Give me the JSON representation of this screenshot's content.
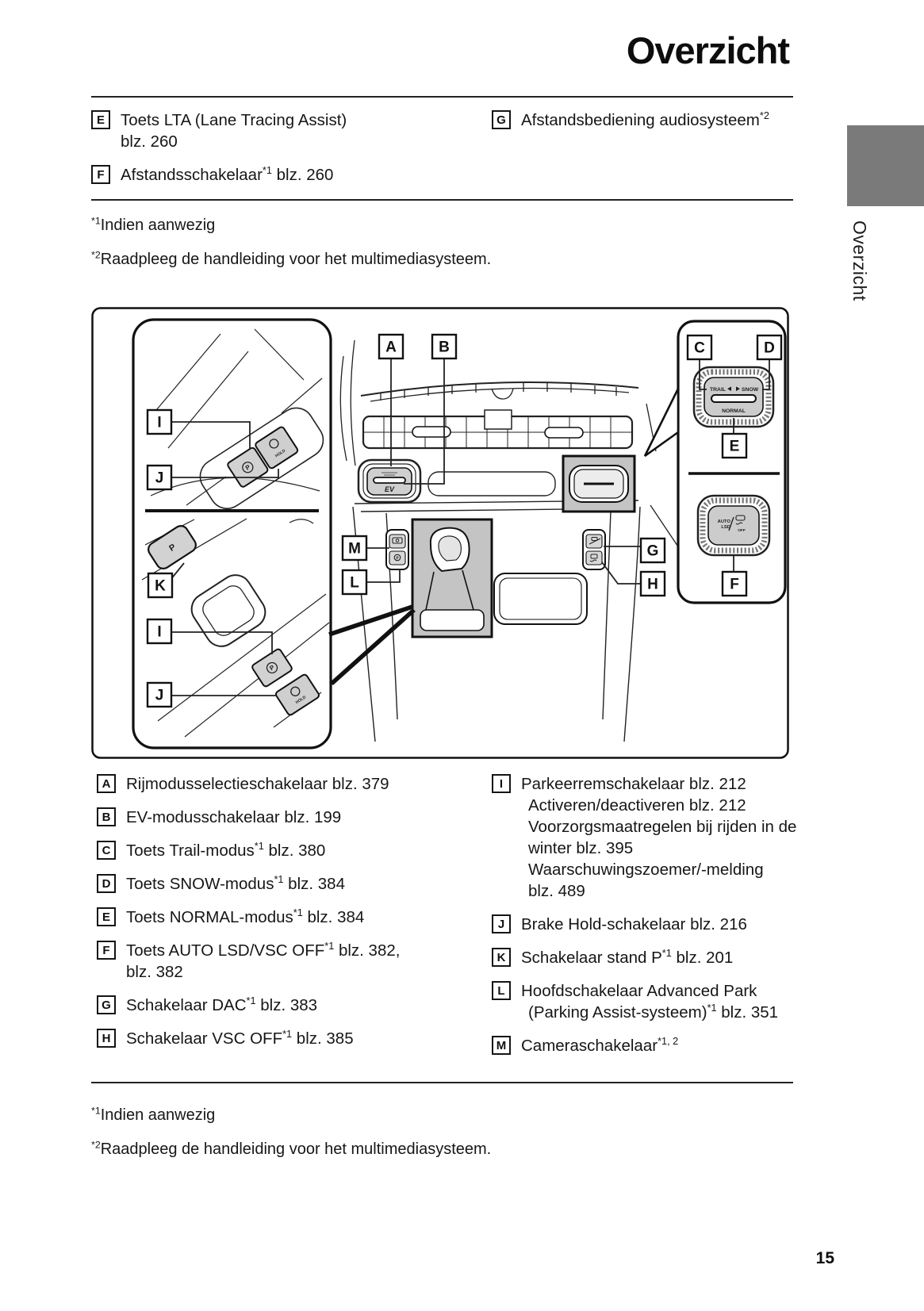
{
  "page": {
    "title": "Overzicht",
    "side_tab": "Overzicht",
    "page_number": "15"
  },
  "colors": {
    "side_tab_gray": "#7a7a7a",
    "highlight_gray": "#c4c4c4",
    "button_gray": "#d2d2d2"
  },
  "top_legend": {
    "left_items": [
      {
        "letter": "E",
        "lines": [
          [
            {
              "t": "Toets LTA (Lane Tracing Assist)"
            }
          ],
          [
            {
              "t": "blz. 260"
            }
          ]
        ]
      },
      {
        "letter": "F",
        "lines": [
          [
            {
              "t": "Afstandsschakelaar"
            },
            {
              "t": "*1",
              "sup": true
            },
            {
              "t": " blz. 260"
            }
          ]
        ]
      }
    ],
    "right_items": [
      {
        "letter": "G",
        "lines": [
          [
            {
              "t": "Afstandsbediening audiosysteem"
            },
            {
              "t": "*2",
              "sup": true
            }
          ]
        ]
      }
    ]
  },
  "footnotes": {
    "top": [
      {
        "sup": "*1",
        "text": "Indien aanwezig"
      },
      {
        "sup": "*2",
        "text": "Raadpleeg de handleiding voor het multimediasysteem."
      }
    ],
    "bottom": [
      {
        "sup": "*1",
        "text": "Indien aanwezig"
      },
      {
        "sup": "*2",
        "text": "Raadpleeg de handleiding voor het multimediasysteem."
      }
    ]
  },
  "diagram": {
    "callouts": [
      {
        "id": "A",
        "letter": "A"
      },
      {
        "id": "B",
        "letter": "B"
      },
      {
        "id": "C",
        "letter": "C"
      },
      {
        "id": "D",
        "letter": "D"
      },
      {
        "id": "E",
        "letter": "E"
      },
      {
        "id": "F",
        "letter": "F"
      },
      {
        "id": "G",
        "letter": "G"
      },
      {
        "id": "H",
        "letter": "H"
      },
      {
        "id": "I1",
        "letter": "I"
      },
      {
        "id": "J1",
        "letter": "J"
      },
      {
        "id": "K",
        "letter": "K"
      },
      {
        "id": "I2",
        "letter": "I"
      },
      {
        "id": "J2",
        "letter": "J"
      },
      {
        "id": "M",
        "letter": "M"
      },
      {
        "id": "L",
        "letter": "L"
      }
    ],
    "texts": {
      "trail": "TRAIL",
      "snow": "SNOW",
      "normal": "NORMAL",
      "auto": "AUTO",
      "lsd": "LSD",
      "off": "OFF",
      "ev": "EV",
      "p": "P",
      "hold": "HOLD"
    }
  },
  "bottom_legend": {
    "left_items": [
      {
        "letter": "A",
        "lines": [
          [
            {
              "t": "Rijmodusselectieschakelaar blz. 379"
            }
          ]
        ]
      },
      {
        "letter": "B",
        "lines": [
          [
            {
              "t": "EV-modusschakelaar blz. 199"
            }
          ]
        ]
      },
      {
        "letter": "C",
        "lines": [
          [
            {
              "t": "Toets Trail-modus"
            },
            {
              "t": "*1",
              "sup": true
            },
            {
              "t": " blz. 380"
            }
          ]
        ]
      },
      {
        "letter": "D",
        "lines": [
          [
            {
              "t": "Toets SNOW-modus"
            },
            {
              "t": "*1",
              "sup": true
            },
            {
              "t": " blz. 384"
            }
          ]
        ]
      },
      {
        "letter": "E",
        "lines": [
          [
            {
              "t": "Toets NORMAL-modus"
            },
            {
              "t": "*1",
              "sup": true
            },
            {
              "t": " blz. 384"
            }
          ]
        ]
      },
      {
        "letter": "F",
        "lines": [
          [
            {
              "t": "Toets AUTO LSD/VSC OFF"
            },
            {
              "t": "*1",
              "sup": true
            },
            {
              "t": " blz. 382,"
            }
          ],
          [
            {
              "t": "blz. 382"
            }
          ]
        ]
      },
      {
        "letter": "G",
        "lines": [
          [
            {
              "t": "Schakelaar DAC"
            },
            {
              "t": "*1",
              "sup": true
            },
            {
              "t": " blz. 383"
            }
          ]
        ]
      },
      {
        "letter": "H",
        "lines": [
          [
            {
              "t": "Schakelaar VSC OFF"
            },
            {
              "t": "*1",
              "sup": true
            },
            {
              "t": " blz. 385"
            }
          ]
        ]
      }
    ],
    "right_items": [
      {
        "letter": "I",
        "lines": [
          [
            {
              "t": "Parkeerremschakelaar blz. 212"
            }
          ],
          [
            {
              "t": "Activeren/deactiveren blz. 212"
            }
          ],
          [
            {
              "t": "Voorzorgsmaatregelen bij rijden in de"
            }
          ],
          [
            {
              "t": "winter blz. 395"
            }
          ],
          [
            {
              "t": "Waarschuwingszoemer/-melding"
            }
          ],
          [
            {
              "t": "blz. 489"
            }
          ]
        ]
      },
      {
        "letter": "J",
        "lines": [
          [
            {
              "t": "Brake Hold-schakelaar blz. 216"
            }
          ]
        ]
      },
      {
        "letter": "K",
        "lines": [
          [
            {
              "t": "Schakelaar stand P"
            },
            {
              "t": "*1",
              "sup": true
            },
            {
              "t": " blz. 201"
            }
          ]
        ]
      },
      {
        "letter": "L",
        "lines": [
          [
            {
              "t": "Hoofdschakelaar Advanced Park"
            }
          ],
          [
            {
              "t": "(Parking Assist-systeem)"
            },
            {
              "t": "*1",
              "sup": true
            },
            {
              "t": " blz. 351"
            }
          ]
        ]
      },
      {
        "letter": "M",
        "lines": [
          [
            {
              "t": "Cameraschakelaar"
            },
            {
              "t": "*1, 2",
              "sup": true
            }
          ]
        ]
      }
    ]
  }
}
